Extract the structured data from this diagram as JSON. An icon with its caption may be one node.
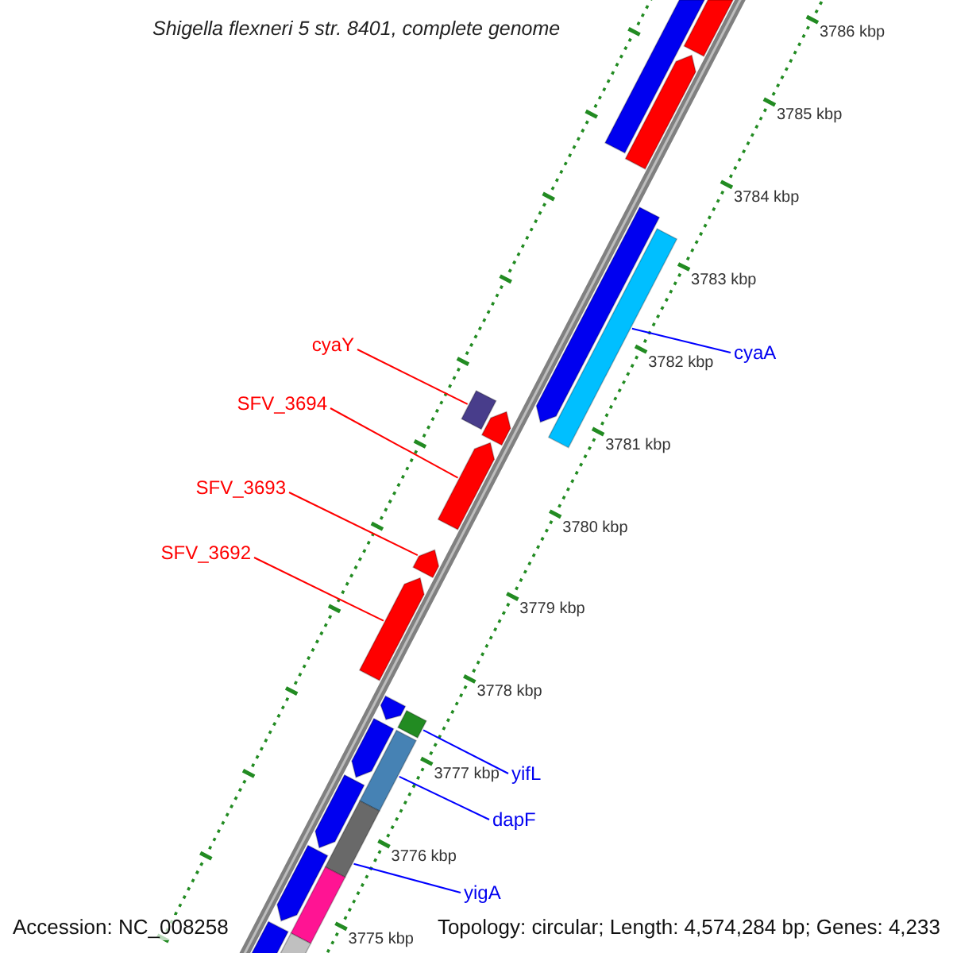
{
  "diagram": {
    "title": "Shigella flexneri 5 str. 8401, complete genome",
    "nodes": [
      {
        "text": [
          "cyaY"
        ]
      },
      {
        "text": [
          "cyaA"
        ]
      },
      {
        "text": [
          "SFV_3694"
        ]
      },
      {
        "text": [
          "SFV_3693"
        ]
      },
      {
        "text": [
          "SFV_3692"
        ]
      },
      {
        "text": [
          "yifL"
        ]
      },
      {
        "text": [
          "dapF"
        ]
      },
      {
        "text": [
          "yigA"
        ]
      },
      {
        "text": [],
        "shape": "bar"
      },
      {
        "text": [],
        "shape": "bar"
      },
      {
        "text": [],
        "shape": "arrow"
      },
      {
        "text": [],
        "shape": "arrow"
      },
      {
        "text": [],
        "shape": "bar"
      },
      {
        "text": [],
        "shape": "bar"
      },
      {
        "text": [],
        "shape": "arrow"
      },
      {
        "text": [],
        "shape": "arrow"
      },
      {
        "text": [],
        "shape": "arrow"
      },
      {
        "text": [],
        "shape": "arrow"
      },
      {
        "text": [],
        "shape": "arrow"
      },
      {
        "text": [],
        "shape": "bar"
      },
      {
        "text": [],
        "shape": "arrow"
      },
      {
        "text": [],
        "shape": "bar"
      },
      {
        "text": [],
        "shape": "arrow"
      },
      {
        "text": [],
        "shape": "bar"
      },
      {
        "text": [],
        "shape": "arrow"
      },
      {
        "text": [],
        "shape": "bar"
      },
      {
        "text": [],
        "shape": "arrow"
      },
      {
        "text": [],
        "shape": "bar"
      }
    ],
    "edges": [
      {
        "from": 0,
        "to": 13,
        "arrow": "none",
        "color": "#ff0000"
      },
      {
        "from": 1,
        "to": 12,
        "arrow": "none",
        "color": "#0000ff"
      },
      {
        "from": 2,
        "to": 15,
        "arrow": "none",
        "color": "#ff0000"
      },
      {
        "from": 3,
        "to": 16,
        "arrow": "none",
        "color": "#ff0000"
      },
      {
        "from": 4,
        "to": 17,
        "arrow": "none",
        "color": "#ff0000"
      },
      {
        "from": 5,
        "to": 19,
        "arrow": "none",
        "color": "#0000ff"
      },
      {
        "from": 6,
        "to": 21,
        "arrow": "none",
        "color": "#0000ff"
      },
      {
        "from": 7,
        "to": 23,
        "arrow": "none",
        "color": "#0000ff"
      }
    ],
    "labels": [
      "3786 kbp",
      "3785 kbp",
      "3784 kbp",
      "3783 kbp",
      "3782 kbp",
      "3781 kbp",
      "3780 kbp",
      "3779 kbp",
      "3778 kbp",
      "3777 kbp",
      "3776 kbp",
      "3775 kbp",
      "Accession: NC_008258",
      "Topology: circular; Length: 4,574,284 bp; Genes: 4,233"
    ]
  }
}
